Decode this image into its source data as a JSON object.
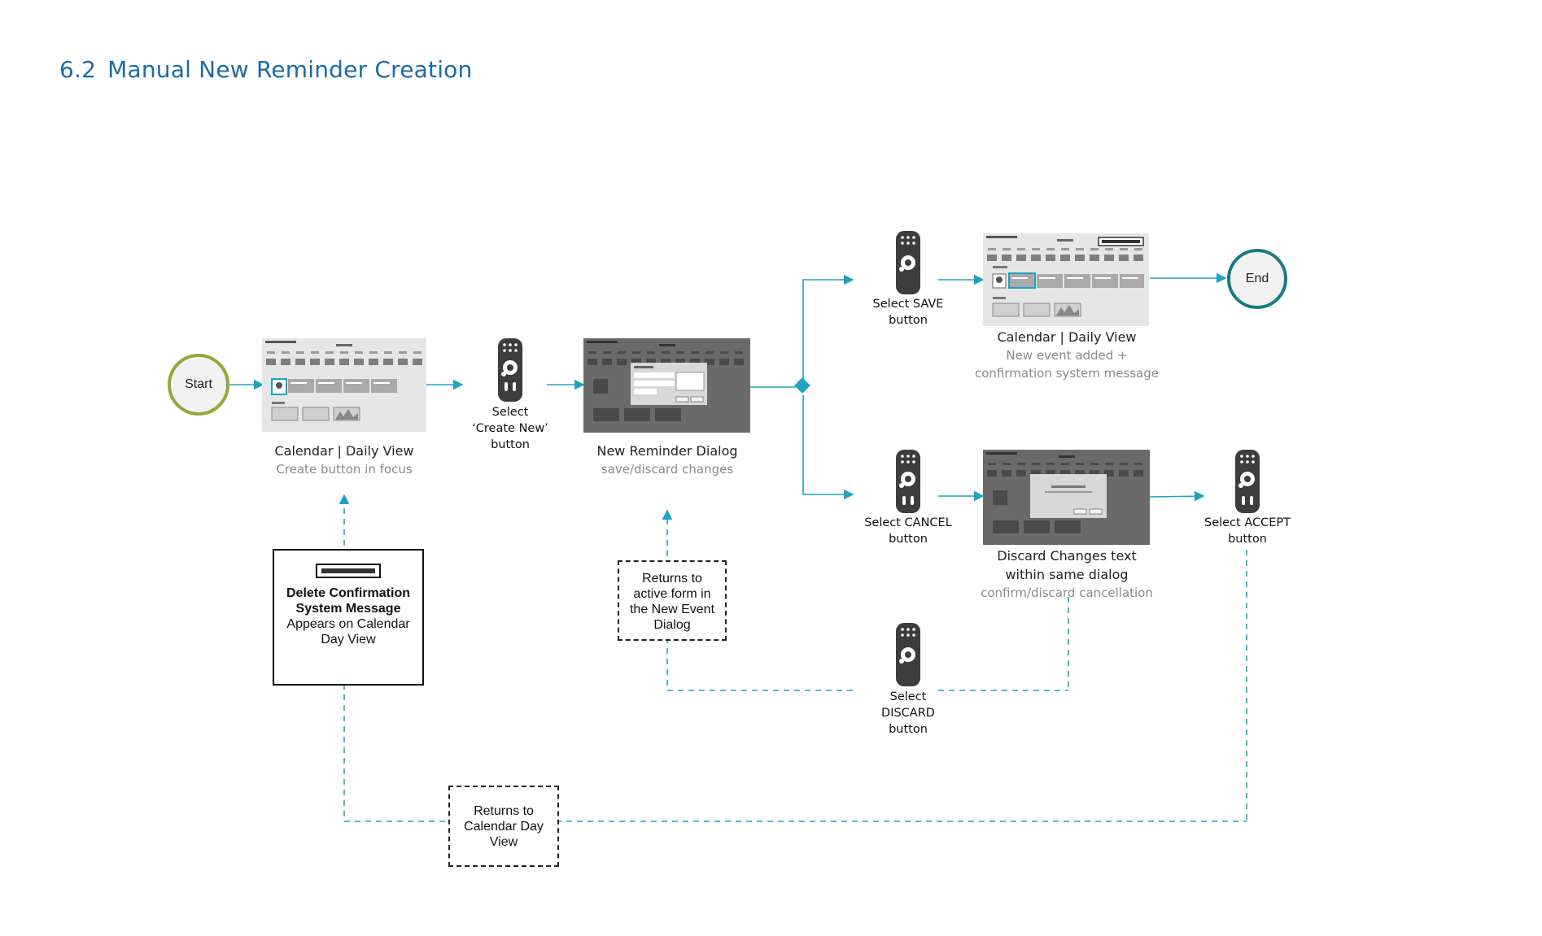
{
  "title": {
    "number": "6.2",
    "text": "Manual New Reminder Creation"
  },
  "nodes": {
    "start": "Start",
    "end": "End"
  },
  "screens": {
    "calendar_focus": {
      "title": "Calendar | Daily View",
      "subtitle": "Create button in focus"
    },
    "new_reminder": {
      "title": "New Reminder Dialog",
      "subtitle": "save/discard changes"
    },
    "calendar_saved": {
      "title": "Calendar | Daily View",
      "subtitle_line1": "New event added +",
      "subtitle_line2": "confirmation system message"
    },
    "discard_dialog": {
      "title_line1": "Discard Changes text",
      "title_line2": "within same dialog",
      "subtitle": "confirm/discard cancellation"
    }
  },
  "actions": {
    "create_new": [
      "Select",
      "‘Create New’",
      "button"
    ],
    "save": [
      "Select SAVE",
      "button"
    ],
    "cancel": [
      "Select CANCEL",
      "button"
    ],
    "accept": [
      "Select ACCEPT",
      "button"
    ],
    "discard": [
      "Select",
      "DISCARD",
      "button"
    ]
  },
  "notes": {
    "delete_confirmation": {
      "bold_line1": "Delete Confirmation",
      "bold_line2": "System Message",
      "line3": "Appears on Calendar",
      "line4": "Day View"
    },
    "returns_active_form": [
      "Returns to",
      "active form in",
      "the New Event",
      "Dialog"
    ],
    "returns_calendar": [
      "Returns to",
      "Calendar Day",
      "View"
    ]
  },
  "colors": {
    "connector": "#1fa3c0",
    "title": "#1c6aa8",
    "start_ring": "#9aa539",
    "end_ring": "#197a88",
    "remote": "#3d3d3d"
  }
}
